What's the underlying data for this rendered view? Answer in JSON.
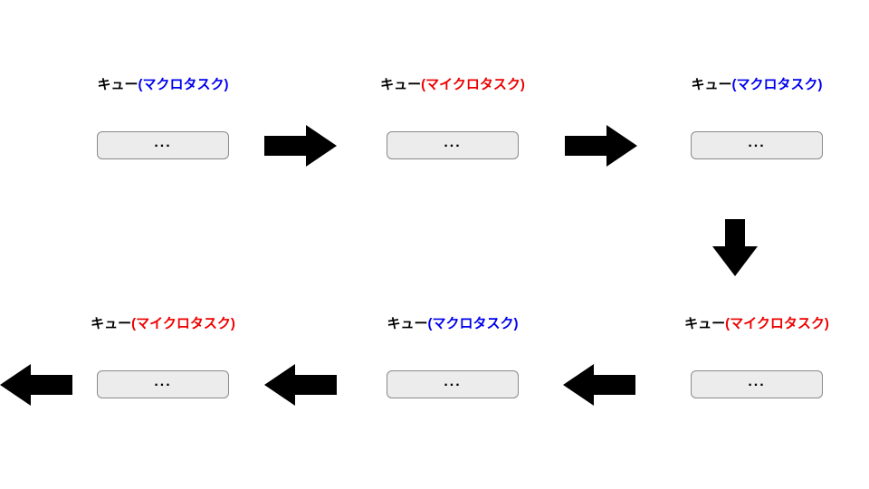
{
  "diagram": {
    "background": "#ffffff",
    "box_text": "...",
    "colors": {
      "macro_task": "#0000ee",
      "micro_task": "#ee0000",
      "arrow": "#000000",
      "box_background": "#ececec",
      "box_border": "#8a8a8a",
      "label": "#000000"
    },
    "queues": [
      {
        "prefix": "キュー",
        "task": "(マクロタスク)",
        "type": "macro",
        "position": "top-left"
      },
      {
        "prefix": "キュー",
        "task": "(マイクロタスク)",
        "type": "micro",
        "position": "top-middle"
      },
      {
        "prefix": "キュー",
        "task": "(マクロタスク)",
        "type": "macro",
        "position": "top-right"
      },
      {
        "prefix": "キュー",
        "task": "(マイクロタスク)",
        "type": "micro",
        "position": "bottom-right"
      },
      {
        "prefix": "キュー",
        "task": "(マクロタスク)",
        "type": "macro",
        "position": "bottom-middle"
      },
      {
        "prefix": "キュー",
        "task": "(マイクロタスク)",
        "type": "micro",
        "position": "bottom-left"
      }
    ],
    "arrows": [
      {
        "direction": "right",
        "from": "top-left",
        "to": "top-middle"
      },
      {
        "direction": "right",
        "from": "top-middle",
        "to": "top-right"
      },
      {
        "direction": "down",
        "from": "top-right",
        "to": "bottom-right"
      },
      {
        "direction": "left",
        "from": "bottom-right",
        "to": "bottom-middle"
      },
      {
        "direction": "left",
        "from": "bottom-middle",
        "to": "bottom-left"
      },
      {
        "direction": "left",
        "from": "bottom-left",
        "to": "off-screen"
      }
    ]
  }
}
